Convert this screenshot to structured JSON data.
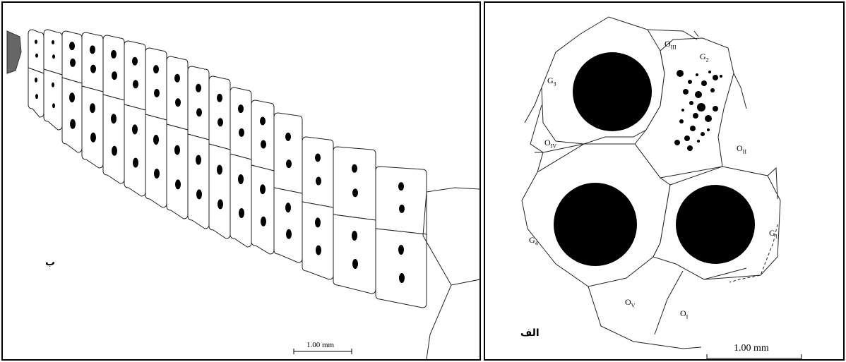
{
  "panels": {
    "left": {
      "letter": "ب",
      "scale_bar": "1.00 mm"
    },
    "right": {
      "letter": "الف",
      "scale_bar": "1.00 mm",
      "labels": {
        "g1": {
          "base": "G",
          "sub": "1"
        },
        "g2": {
          "base": "G",
          "sub": "2"
        },
        "g3": {
          "base": "G",
          "sub": "3"
        },
        "g4": {
          "base": "G",
          "sub": "4"
        },
        "oi": {
          "base": "O",
          "sub": "I"
        },
        "oii": {
          "base": "O",
          "sub": "II"
        },
        "oiii": {
          "base": "O",
          "sub": "III"
        },
        "oiv": {
          "base": "O",
          "sub": "IV"
        },
        "ov": {
          "base": "O",
          "sub": "V"
        }
      }
    }
  },
  "colors": {
    "outline": "#222222",
    "fill": "#000000",
    "tip": "#666666"
  }
}
